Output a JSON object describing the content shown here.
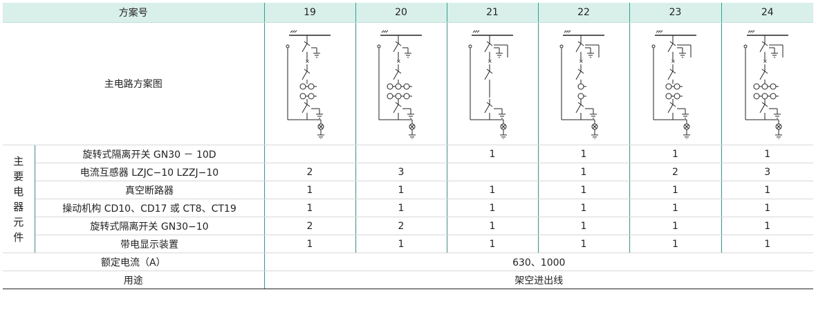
{
  "header": {
    "title": "方案号",
    "schemes": [
      "19",
      "20",
      "21",
      "22",
      "23",
      "24"
    ]
  },
  "diagram_row": {
    "label": "主电路方案图",
    "diagram_icons": [
      "circuit-diagram-19",
      "circuit-diagram-20",
      "circuit-diagram-21",
      "circuit-diagram-22",
      "circuit-diagram-23",
      "circuit-diagram-24"
    ]
  },
  "group_label": "主要电器元件",
  "components": [
    {
      "name": "旋转式隔离开关 GN30 － 10D",
      "values": [
        "",
        "",
        "1",
        "1",
        "1",
        "1"
      ]
    },
    {
      "name": "电流互感器 LZJC−10 LZZJ−10",
      "values": [
        "2",
        "3",
        "",
        "1",
        "2",
        "3"
      ]
    },
    {
      "name": "真空断路器",
      "values": [
        "1",
        "1",
        "1",
        "1",
        "1",
        "1"
      ]
    },
    {
      "name": "操动机构 CD10、CD17 或 CT8、CT19",
      "values": [
        "1",
        "1",
        "1",
        "1",
        "1",
        "1"
      ]
    },
    {
      "name": "旋转式隔离开关 GN30−10",
      "values": [
        "2",
        "2",
        "1",
        "1",
        "1",
        "1"
      ]
    },
    {
      "name": "带电显示装置",
      "values": [
        "1",
        "1",
        "1",
        "1",
        "1",
        "1"
      ]
    }
  ],
  "rated_current": {
    "label": "额定电流（A）",
    "value": "630、1000"
  },
  "usage": {
    "label": "用途",
    "value": "架空进出线"
  },
  "colors": {
    "header_bg": "#d9efea",
    "divider": "#2aa38e",
    "row_line": "#d7d7d7"
  }
}
